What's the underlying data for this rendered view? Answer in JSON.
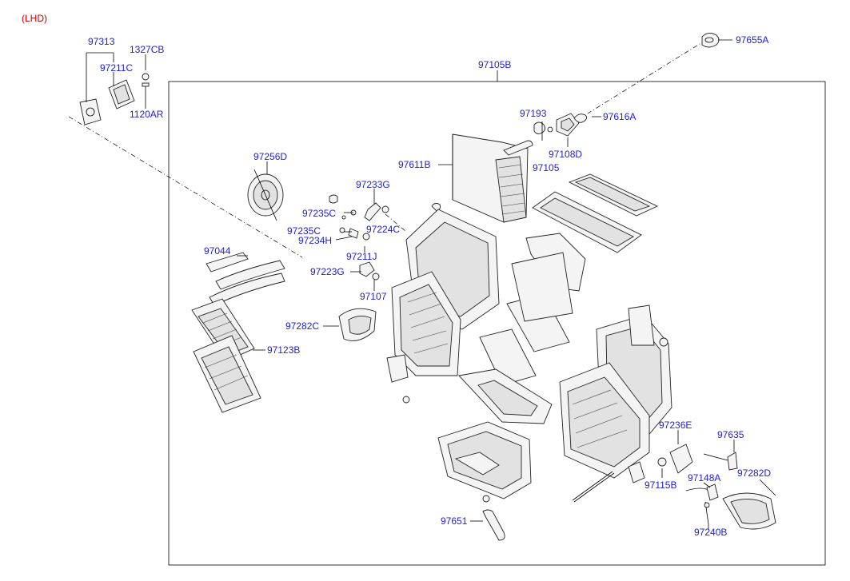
{
  "header": {
    "variant": "(LHD)"
  },
  "labels": {
    "p97313": "97313",
    "p1327CB": "1327CB",
    "p97211C": "97211C",
    "p1120AR": "1120AR",
    "p97105B": "97105B",
    "p97655A": "97655A",
    "p97193": "97193",
    "p97616A": "97616A",
    "p97108D": "97108D",
    "p97105": "97105",
    "p97611B": "97611B",
    "p97256D": "97256D",
    "p97233G": "97233G",
    "p97235C_1": "97235C",
    "p97224C": "97224C",
    "p97235C_2": "97235C",
    "p97234H": "97234H",
    "p97211J": "97211J",
    "p97044": "97044",
    "p97223G": "97223G",
    "p97107": "97107",
    "p97282C": "97282C",
    "p97123B": "97123B",
    "p97236E": "97236E",
    "p97635": "97635",
    "p97282D": "97282D",
    "p97148A": "97148A",
    "p97115B": "97115B",
    "p97651": "97651",
    "p97240B": "97240B"
  },
  "colors": {
    "label": "#2222cc",
    "header": "#cc0000",
    "line": "#000000"
  }
}
